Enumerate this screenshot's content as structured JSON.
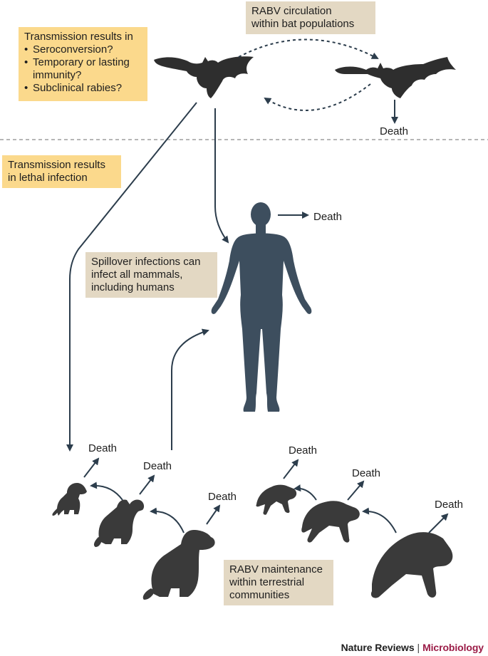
{
  "boxes": {
    "bat_circulation": "RABV circulation\nwithin bat populations",
    "bat_transmission": {
      "title": "Transmission results in",
      "items": [
        "Seroconversion?",
        "Temporary or lasting immunity?",
        "Subclinical rabies?"
      ]
    },
    "lethal": "Transmission results\nin lethal infection",
    "spillover": "Spillover infections can\ninfect all mammals,\nincluding humans",
    "maintenance": "RABV maintenance\nwithin terrestrial\ncommunities"
  },
  "death_label": "Death",
  "footer": {
    "journal": "Nature Reviews",
    "separator": "|",
    "section": "Microbiology"
  },
  "colors": {
    "yellow_box": "#fbd98c",
    "tan_box": "#e3d8c3",
    "arrow": "#2c3d4c",
    "bat": "#2e2e2e",
    "human": "#3d4e5e",
    "animal": "#3a3a3a",
    "divider": "#8a8a8a",
    "footer_accent": "#9b1c47"
  }
}
